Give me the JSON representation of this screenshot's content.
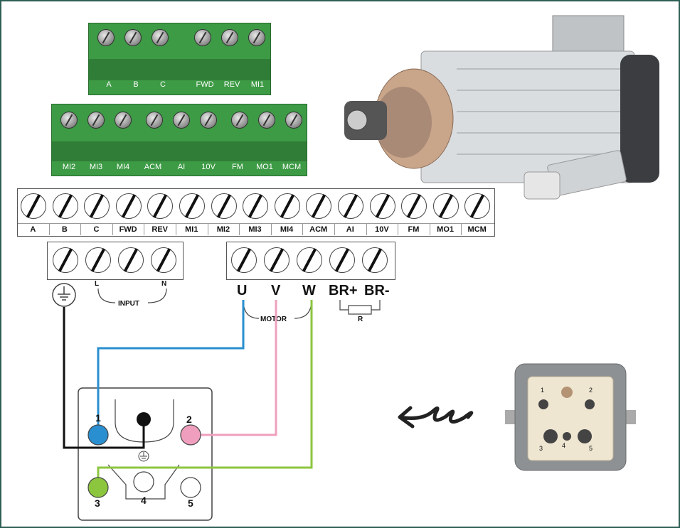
{
  "photo_top_row_labels": [
    "A",
    "B",
    "C",
    "FWD",
    "REV",
    "MI1"
  ],
  "photo_bottom_row_labels": [
    "MI2",
    "MI3",
    "MI4",
    "ACM",
    "AI",
    "10V",
    "FM",
    "MO1",
    "MCM"
  ],
  "terminal_labels": [
    "A",
    "B",
    "C",
    "FWD",
    "REV",
    "MI1",
    "MI2",
    "MI3",
    "MI4",
    "ACM",
    "AI",
    "10V",
    "FM",
    "MO1",
    "MCM"
  ],
  "input_labels": {
    "l": "L",
    "n": "N",
    "group": "INPUT"
  },
  "motor_labels": {
    "u": "U",
    "v": "V",
    "w": "W",
    "brp": "BR+",
    "brm": "BR-",
    "group": "MOTOR",
    "r": "R"
  },
  "connector_pins": {
    "p1": "1",
    "p2": "2",
    "p3": "3",
    "p4": "4",
    "p5": "5"
  },
  "photo_pins": {
    "p1": "1",
    "p2": "2",
    "p3": "3",
    "p4": "4",
    "p5": "5"
  },
  "wire_colors": {
    "u": "#2a8fd0",
    "v": "#ef9fbd",
    "w": "#8cc63f",
    "ground": "#111111"
  },
  "frame_color": "#2f5f56"
}
